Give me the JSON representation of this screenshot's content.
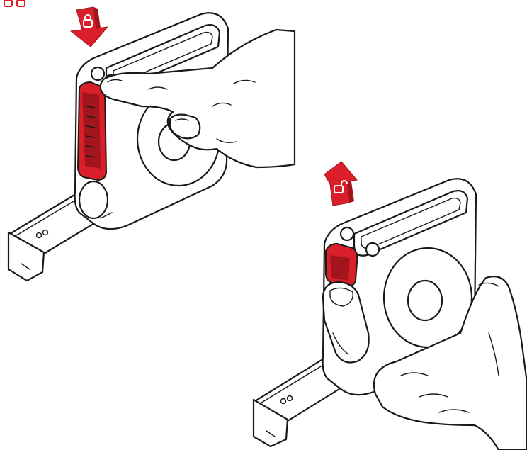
{
  "colors": {
    "accent_red": "#d9202a",
    "accent_red_dark": "#a3151d",
    "ink": "#1a1a1a",
    "background": "#ffffff"
  },
  "panels": [
    {
      "name": "lock-step",
      "arrow_direction": "down",
      "icon": "lock-closed-icon"
    },
    {
      "name": "unlock-step",
      "arrow_direction": "up",
      "icon": "lock-open-icon"
    }
  ],
  "corner_icons": [
    "lock-closed-icon",
    "lock-open-icon"
  ]
}
